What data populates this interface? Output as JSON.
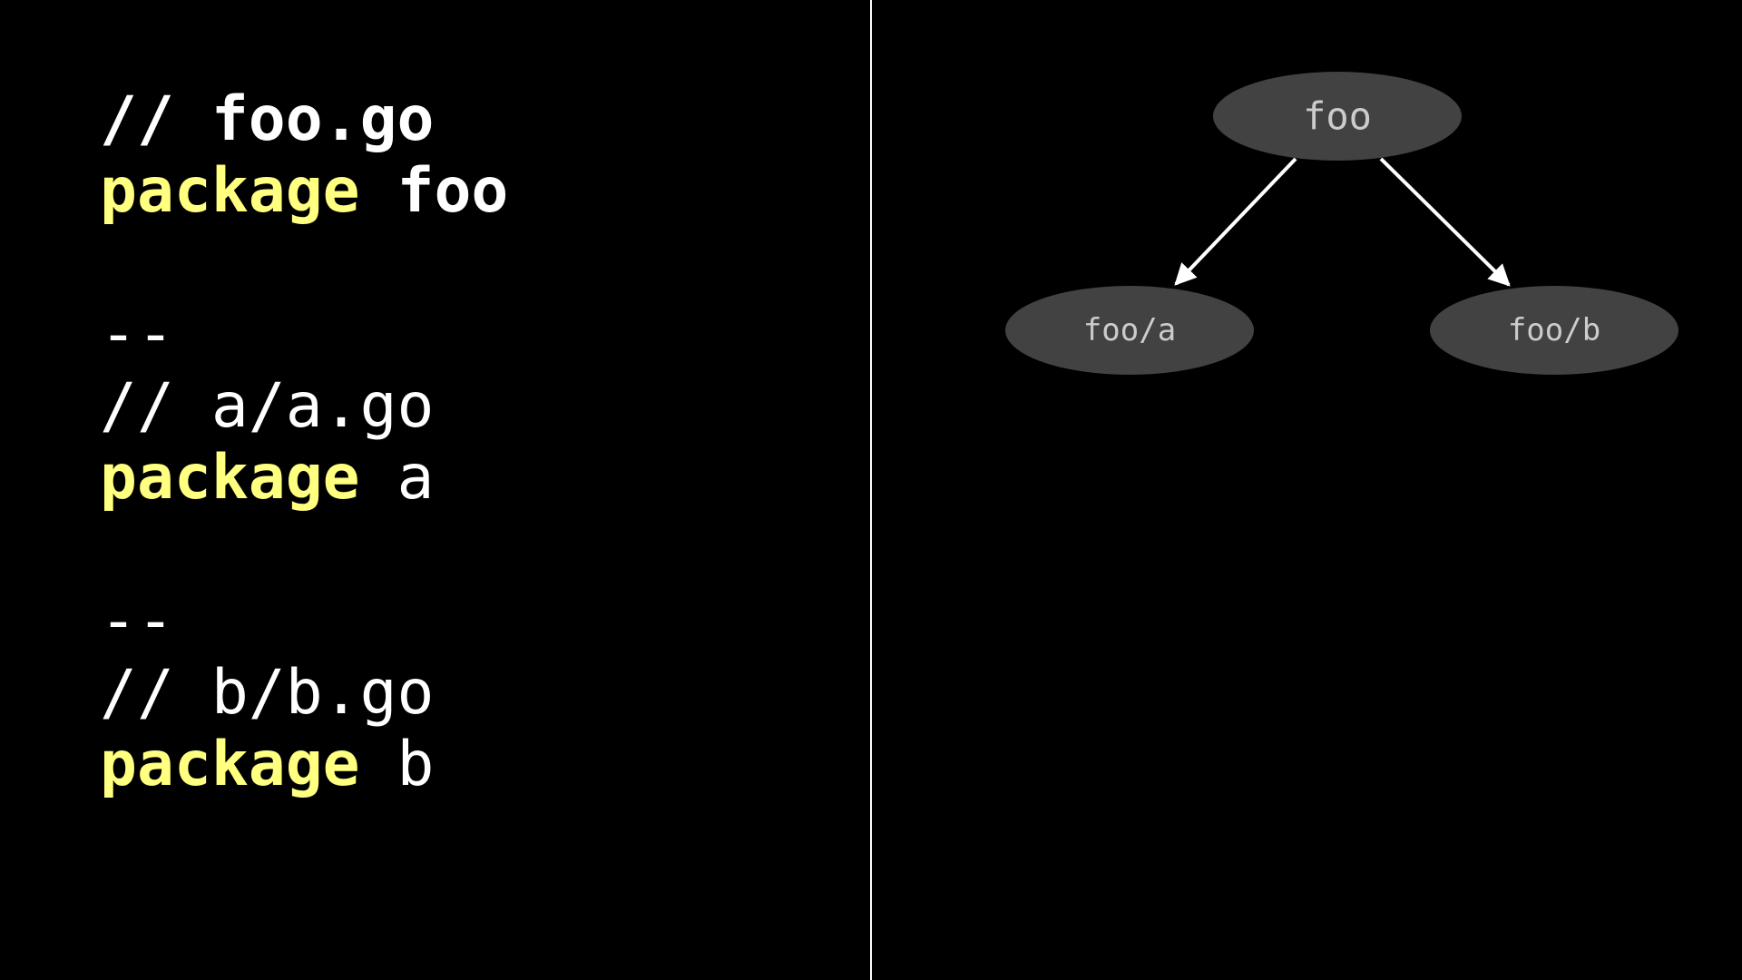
{
  "code": {
    "file1_comment": "// foo.go",
    "file1_keyword": "package",
    "file1_name": "foo",
    "separator1": "--",
    "file2_comment": "// a/a.go",
    "file2_keyword": "package",
    "file2_name": "a",
    "separator2": "--",
    "file3_comment": "// b/b.go",
    "file3_keyword": "package",
    "file3_name": "b"
  },
  "graph": {
    "nodes": {
      "root": "foo",
      "left": "foo/a",
      "right": "foo/b"
    },
    "node_fill": "#424242",
    "edge_color": "#ffffff",
    "label_color": "#cccccc"
  },
  "colors": {
    "background": "#000000",
    "text": "#ffffff",
    "keyword": "#ffff80"
  }
}
